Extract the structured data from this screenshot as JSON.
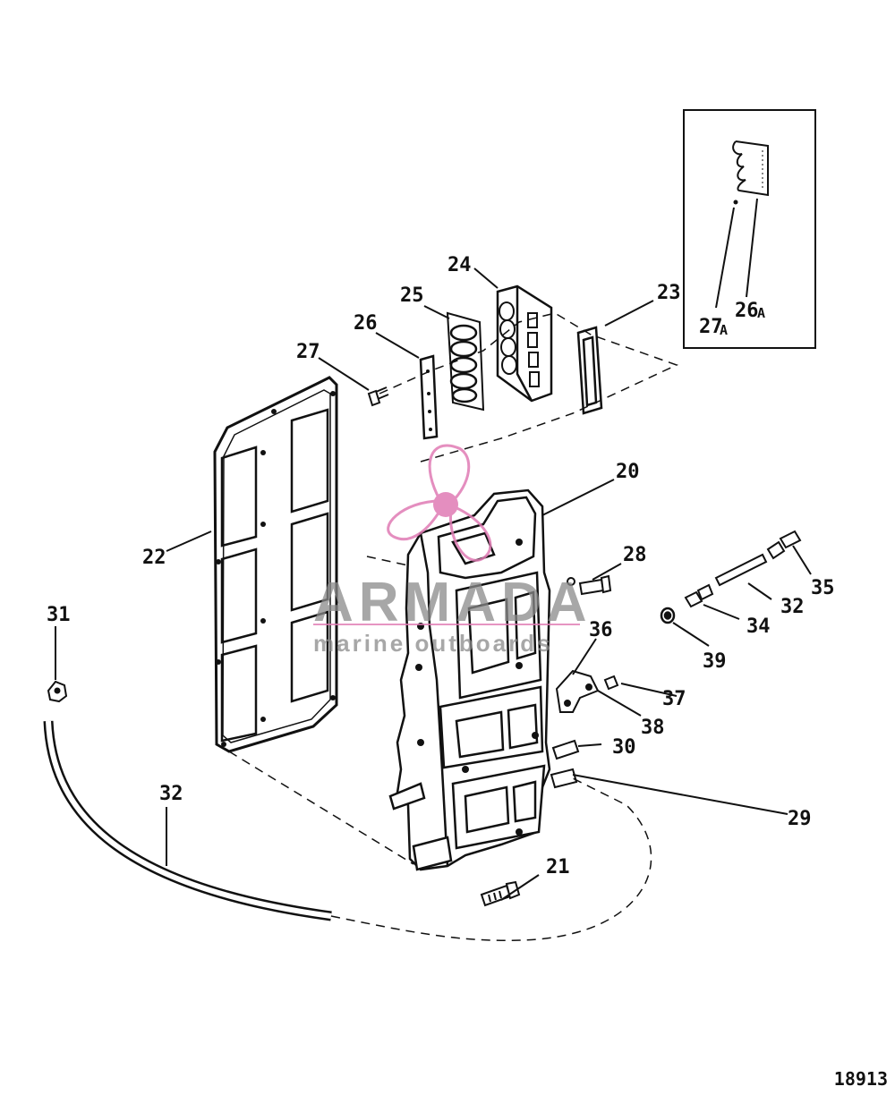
{
  "diagram": {
    "drawing_number": "18913",
    "callouts": {
      "c20": "20",
      "c21": "21",
      "c22": "22",
      "c23": "23",
      "c24": "24",
      "c25": "25",
      "c26": "26",
      "c27": "27",
      "c28": "28",
      "c29": "29",
      "c30": "30",
      "c31": "31",
      "c32a": "32",
      "c32b": "32",
      "c34": "34",
      "c35": "35",
      "c36": "36",
      "c37": "37",
      "c38": "38",
      "c39": "39"
    },
    "inset": {
      "c27a": "27",
      "c26a": "26",
      "c27a_suffix": "A",
      "c26a_suffix": "A"
    }
  },
  "watermark": {
    "brand": "ARMADA",
    "tagline": "marine outboards",
    "color": "#e07bb4"
  }
}
